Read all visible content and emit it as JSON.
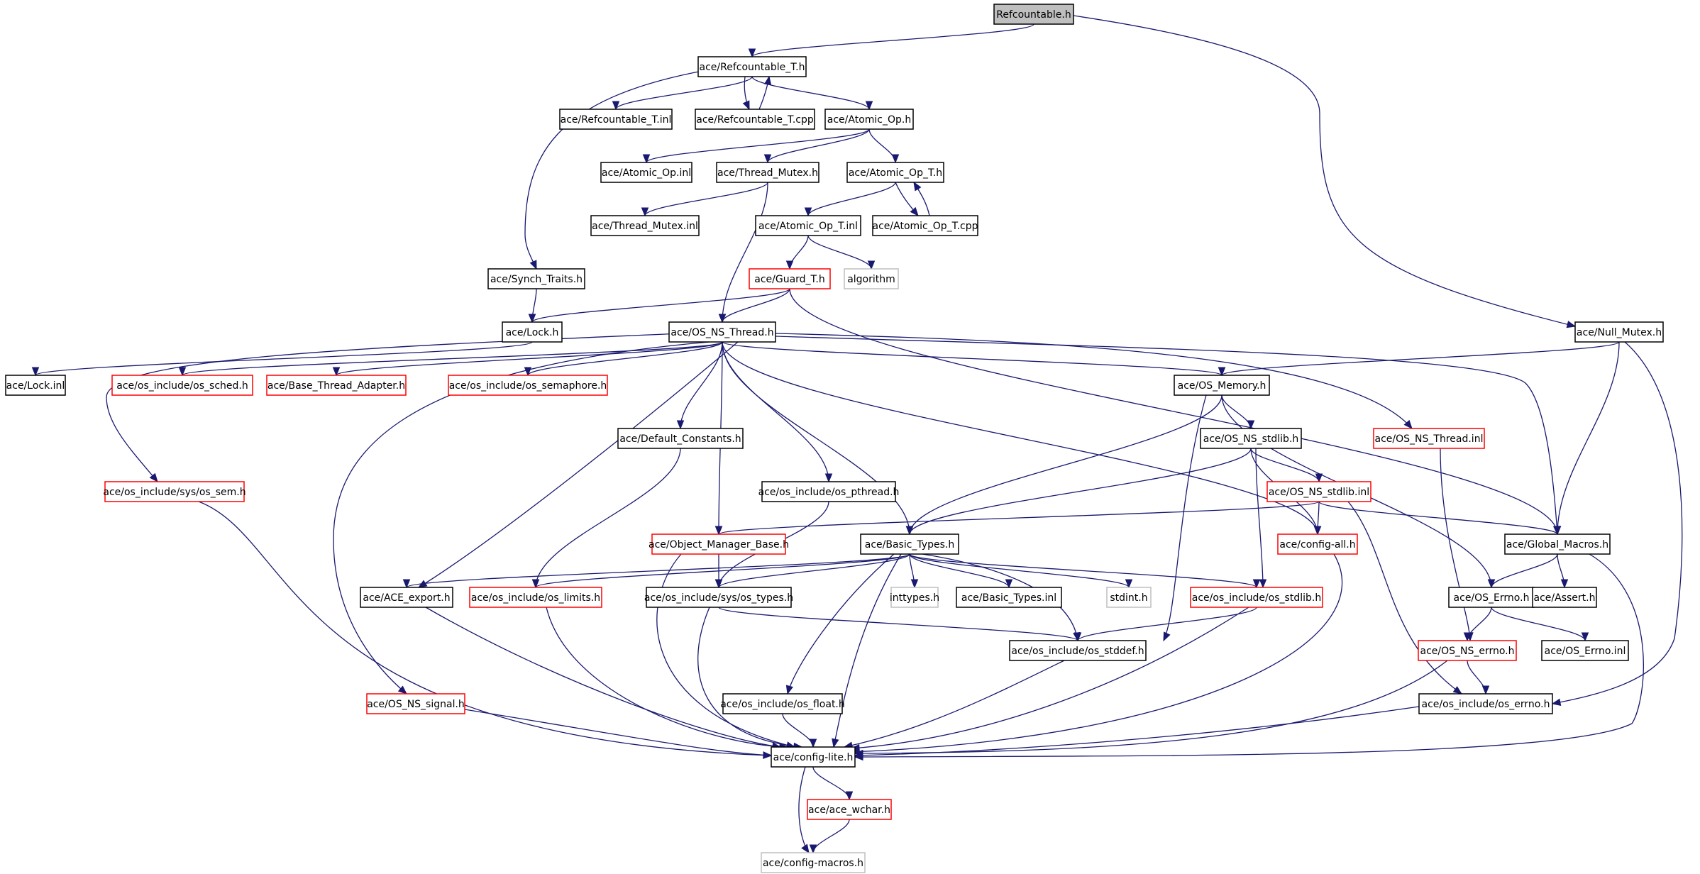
{
  "nodes": [
    {
      "id": "refcountable_h",
      "label": "Refcountable.h",
      "style": "root"
    },
    {
      "id": "refcountable_t_h",
      "label": "ace/Refcountable_T.h",
      "style": "normal"
    },
    {
      "id": "refcountable_t_inl",
      "label": "ace/Refcountable_T.inl",
      "style": "normal"
    },
    {
      "id": "refcountable_t_cpp",
      "label": "ace/Refcountable_T.cpp",
      "style": "normal"
    },
    {
      "id": "atomic_op_h",
      "label": "ace/Atomic_Op.h",
      "style": "normal"
    },
    {
      "id": "atomic_op_inl",
      "label": "ace/Atomic_Op.inl",
      "style": "normal"
    },
    {
      "id": "thread_mutex_h",
      "label": "ace/Thread_Mutex.h",
      "style": "normal"
    },
    {
      "id": "atomic_op_t_h",
      "label": "ace/Atomic_Op_T.h",
      "style": "normal"
    },
    {
      "id": "thread_mutex_inl",
      "label": "ace/Thread_Mutex.inl",
      "style": "normal"
    },
    {
      "id": "atomic_op_t_inl",
      "label": "ace/Atomic_Op_T.inl",
      "style": "normal"
    },
    {
      "id": "atomic_op_t_cpp",
      "label": "ace/Atomic_Op_T.cpp",
      "style": "normal"
    },
    {
      "id": "synch_traits_h",
      "label": "ace/Synch_Traits.h",
      "style": "normal"
    },
    {
      "id": "guard_t_h",
      "label": "ace/Guard_T.h",
      "style": "red"
    },
    {
      "id": "algorithm",
      "label": "algorithm",
      "style": "gray"
    },
    {
      "id": "lock_h",
      "label": "ace/Lock.h",
      "style": "normal"
    },
    {
      "id": "os_ns_thread_h",
      "label": "ace/OS_NS_Thread.h",
      "style": "normal"
    },
    {
      "id": "null_mutex_h",
      "label": "ace/Null_Mutex.h",
      "style": "normal"
    },
    {
      "id": "lock_inl",
      "label": "ace/Lock.inl",
      "style": "normal"
    },
    {
      "id": "os_sched_h",
      "label": "ace/os_include/os_sched.h",
      "style": "red"
    },
    {
      "id": "base_thread_adapter_h",
      "label": "ace/Base_Thread_Adapter.h",
      "style": "red"
    },
    {
      "id": "os_semaphore_h",
      "label": "ace/os_include/os_semaphore.h",
      "style": "red"
    },
    {
      "id": "os_memory_h",
      "label": "ace/OS_Memory.h",
      "style": "normal"
    },
    {
      "id": "os_ns_thread_inl",
      "label": "ace/OS_NS_Thread.inl",
      "style": "red"
    },
    {
      "id": "default_constants_h",
      "label": "ace/Default_Constants.h",
      "style": "normal"
    },
    {
      "id": "os_ns_stdlib_h",
      "label": "ace/OS_NS_stdlib.h",
      "style": "normal"
    },
    {
      "id": "os_sem_h",
      "label": "ace/os_include/sys/os_sem.h",
      "style": "red"
    },
    {
      "id": "os_pthread_h",
      "label": "ace/os_include/os_pthread.h",
      "style": "normal"
    },
    {
      "id": "os_ns_stdlib_inl",
      "label": "ace/OS_NS_stdlib.inl",
      "style": "red"
    },
    {
      "id": "object_manager_base_h",
      "label": "ace/Object_Manager_Base.h",
      "style": "red"
    },
    {
      "id": "basic_types_h",
      "label": "ace/Basic_Types.h",
      "style": "normal"
    },
    {
      "id": "config_all_h",
      "label": "ace/config-all.h",
      "style": "red"
    },
    {
      "id": "global_macros_h",
      "label": "ace/Global_Macros.h",
      "style": "normal"
    },
    {
      "id": "ace_export_h",
      "label": "ace/ACE_export.h",
      "style": "normal"
    },
    {
      "id": "os_limits_h",
      "label": "ace/os_include/os_limits.h",
      "style": "red"
    },
    {
      "id": "os_types_h",
      "label": "ace/os_include/sys/os_types.h",
      "style": "normal"
    },
    {
      "id": "inttypes_h",
      "label": "inttypes.h",
      "style": "gray"
    },
    {
      "id": "basic_types_inl",
      "label": "ace/Basic_Types.inl",
      "style": "normal"
    },
    {
      "id": "stdint_h",
      "label": "stdint.h",
      "style": "gray"
    },
    {
      "id": "os_stdlib_h",
      "label": "ace/os_include/os_stdlib.h",
      "style": "red"
    },
    {
      "id": "os_errno_h_ace",
      "label": "ace/OS_Errno.h",
      "style": "normal"
    },
    {
      "id": "assert_h",
      "label": "ace/Assert.h",
      "style": "normal"
    },
    {
      "id": "os_stddef_h",
      "label": "ace/os_include/os_stddef.h",
      "style": "normal"
    },
    {
      "id": "os_ns_errno_h",
      "label": "ace/OS_NS_errno.h",
      "style": "red"
    },
    {
      "id": "os_errno_inl",
      "label": "ace/OS_Errno.inl",
      "style": "normal"
    },
    {
      "id": "os_ns_signal_h",
      "label": "ace/OS_NS_signal.h",
      "style": "red"
    },
    {
      "id": "os_float_h",
      "label": "ace/os_include/os_float.h",
      "style": "normal"
    },
    {
      "id": "os_include_errno_h",
      "label": "ace/os_include/os_errno.h",
      "style": "normal"
    },
    {
      "id": "config_lite_h",
      "label": "ace/config-lite.h",
      "style": "normal"
    },
    {
      "id": "ace_wchar_h",
      "label": "ace/ace_wchar.h",
      "style": "red"
    },
    {
      "id": "config_macros_h",
      "label": "ace/config-macros.h",
      "style": "gray"
    }
  ],
  "edges": [
    [
      "refcountable_h",
      "refcountable_t_h"
    ],
    [
      "refcountable_h",
      "null_mutex_h"
    ],
    [
      "refcountable_t_h",
      "refcountable_t_inl"
    ],
    [
      "refcountable_t_h",
      "refcountable_t_cpp"
    ],
    [
      "refcountable_t_cpp",
      "refcountable_t_h"
    ],
    [
      "refcountable_t_h",
      "atomic_op_h"
    ],
    [
      "refcountable_t_h",
      "synch_traits_h"
    ],
    [
      "atomic_op_h",
      "atomic_op_inl"
    ],
    [
      "atomic_op_h",
      "thread_mutex_h"
    ],
    [
      "atomic_op_h",
      "atomic_op_t_h"
    ],
    [
      "thread_mutex_h",
      "thread_mutex_inl"
    ],
    [
      "thread_mutex_h",
      "os_ns_thread_h"
    ],
    [
      "atomic_op_t_h",
      "atomic_op_t_inl"
    ],
    [
      "atomic_op_t_h",
      "atomic_op_t_cpp"
    ],
    [
      "atomic_op_t_cpp",
      "atomic_op_t_h"
    ],
    [
      "atomic_op_t_inl",
      "guard_t_h"
    ],
    [
      "atomic_op_t_inl",
      "algorithm"
    ],
    [
      "synch_traits_h",
      "lock_h"
    ],
    [
      "guard_t_h",
      "lock_h"
    ],
    [
      "guard_t_h",
      "os_ns_thread_h"
    ],
    [
      "guard_t_h",
      "global_macros_h"
    ],
    [
      "lock_h",
      "lock_inl"
    ],
    [
      "os_ns_thread_h",
      "os_sched_h"
    ],
    [
      "os_ns_thread_h",
      "base_thread_adapter_h"
    ],
    [
      "os_ns_thread_h",
      "os_semaphore_h"
    ],
    [
      "os_ns_thread_h",
      "os_sem_h"
    ],
    [
      "os_ns_thread_h",
      "os_memory_h"
    ],
    [
      "os_ns_thread_h",
      "os_ns_thread_inl"
    ],
    [
      "os_ns_thread_h",
      "global_macros_h"
    ],
    [
      "os_ns_thread_h",
      "default_constants_h"
    ],
    [
      "os_ns_thread_h",
      "os_pthread_h"
    ],
    [
      "os_ns_thread_h",
      "object_manager_base_h"
    ],
    [
      "os_ns_thread_h",
      "basic_types_h"
    ],
    [
      "os_ns_thread_h",
      "config_all_h"
    ],
    [
      "os_ns_thread_h",
      "ace_export_h"
    ],
    [
      "os_ns_thread_h",
      "os_ns_signal_h"
    ],
    [
      "null_mutex_h",
      "os_memory_h"
    ],
    [
      "null_mutex_h",
      "global_macros_h"
    ],
    [
      "null_mutex_h",
      "os_include_errno_h"
    ],
    [
      "os_memory_h",
      "os_ns_stdlib_h"
    ],
    [
      "os_memory_h",
      "basic_types_h"
    ],
    [
      "os_memory_h",
      "os_errno_h_ace"
    ],
    [
      "os_memory_h",
      "os_stddef_h"
    ],
    [
      "os_ns_stdlib_h",
      "os_ns_stdlib_inl"
    ],
    [
      "os_ns_stdlib_h",
      "basic_types_h"
    ],
    [
      "os_ns_stdlib_h",
      "config_all_h"
    ],
    [
      "os_ns_stdlib_h",
      "os_stdlib_h"
    ],
    [
      "os_ns_stdlib_inl",
      "config_all_h"
    ],
    [
      "os_ns_stdlib_inl",
      "object_manager_base_h"
    ],
    [
      "os_ns_stdlib_inl",
      "global_macros_h"
    ],
    [
      "os_ns_stdlib_inl",
      "os_include_errno_h"
    ],
    [
      "os_ns_thread_inl",
      "os_ns_errno_h"
    ],
    [
      "default_constants_h",
      "os_limits_h"
    ],
    [
      "os_pthread_h",
      "os_types_h"
    ],
    [
      "object_manager_base_h",
      "os_types_h"
    ],
    [
      "object_manager_base_h",
      "config_lite_h"
    ],
    [
      "basic_types_h",
      "ace_export_h"
    ],
    [
      "basic_types_h",
      "os_limits_h"
    ],
    [
      "basic_types_h",
      "os_types_h"
    ],
    [
      "basic_types_h",
      "inttypes_h"
    ],
    [
      "basic_types_h",
      "basic_types_inl"
    ],
    [
      "basic_types_h",
      "stdint_h"
    ],
    [
      "basic_types_h",
      "os_stdlib_h"
    ],
    [
      "basic_types_h",
      "os_stddef_h"
    ],
    [
      "basic_types_h",
      "os_float_h"
    ],
    [
      "basic_types_h",
      "config_lite_h"
    ],
    [
      "global_macros_h",
      "os_errno_h_ace"
    ],
    [
      "global_macros_h",
      "assert_h"
    ],
    [
      "global_macros_h",
      "config_lite_h"
    ],
    [
      "os_errno_h_ace",
      "os_ns_errno_h"
    ],
    [
      "os_errno_h_ace",
      "os_errno_inl"
    ],
    [
      "os_ns_errno_h",
      "os_include_errno_h"
    ],
    [
      "os_ns_errno_h",
      "config_lite_h"
    ],
    [
      "os_types_h",
      "os_stddef_h"
    ],
    [
      "os_types_h",
      "config_lite_h"
    ],
    [
      "os_stdlib_h",
      "os_stddef_h"
    ],
    [
      "os_stdlib_h",
      "config_lite_h"
    ],
    [
      "os_stddef_h",
      "config_lite_h"
    ],
    [
      "config_all_h",
      "config_lite_h"
    ],
    [
      "ace_export_h",
      "config_lite_h"
    ],
    [
      "os_limits_h",
      "config_lite_h"
    ],
    [
      "os_sem_h",
      "config_lite_h"
    ],
    [
      "os_ns_signal_h",
      "config_lite_h"
    ],
    [
      "os_float_h",
      "config_lite_h"
    ],
    [
      "os_include_errno_h",
      "config_lite_h"
    ],
    [
      "config_lite_h",
      "ace_wchar_h"
    ],
    [
      "config_lite_h",
      "config_macros_h"
    ],
    [
      "ace_wchar_h",
      "config_macros_h"
    ]
  ]
}
